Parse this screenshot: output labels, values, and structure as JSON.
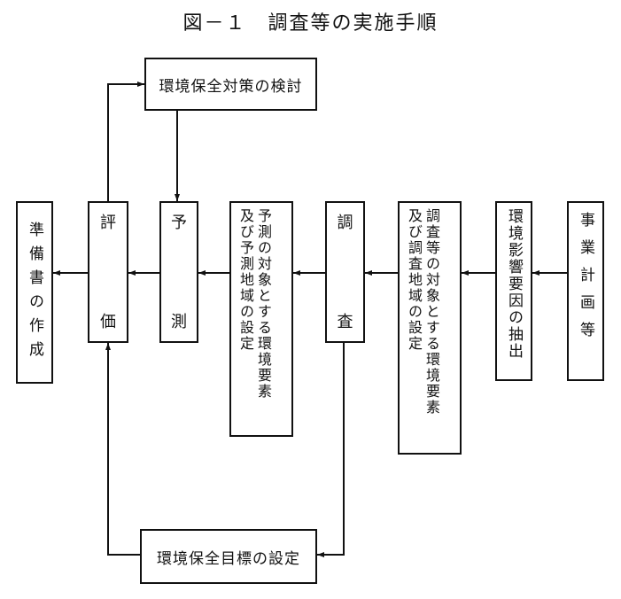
{
  "title": "図－１　調査等の実施手順",
  "boxes": {
    "jigyo": "事業計画等",
    "eikyo": "環境影響要因の抽出",
    "chosa_settei": [
      "調査等の対象とする環境要素",
      "及び調査地域の設定"
    ],
    "chosa": [
      "調",
      "査"
    ],
    "yosoku_settei": [
      "予測の対象とする環境要素",
      "及び予測地域の設定"
    ],
    "yosoku": [
      "予",
      "測"
    ],
    "hyoka": [
      "評",
      "価"
    ],
    "junbi": "準備書の作成",
    "taisaku": "環境保全対策の検討",
    "mokuhyo": "環境保全目標の設定"
  }
}
